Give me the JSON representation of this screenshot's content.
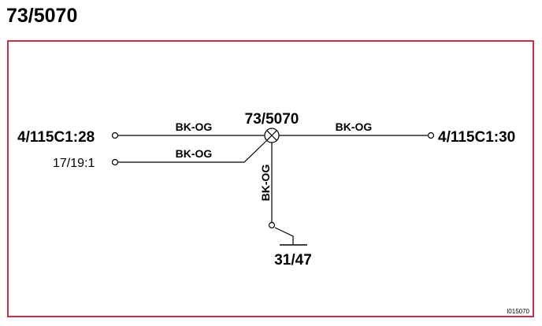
{
  "title": "73/5070",
  "splice": {
    "label": "73/5070"
  },
  "connectors": {
    "left_top": "4/115C1:28",
    "left_mid": "17/19:1",
    "right": "4/115C1:30",
    "ground": "31/47"
  },
  "wires": {
    "left_top": "BK-OG",
    "left_mid": "BK-OG",
    "right": "BK-OG",
    "vertical": "BK-OG"
  },
  "colors": {
    "frame_border": "#c8304e",
    "line": "#000000"
  },
  "figure_id": "I015070"
}
